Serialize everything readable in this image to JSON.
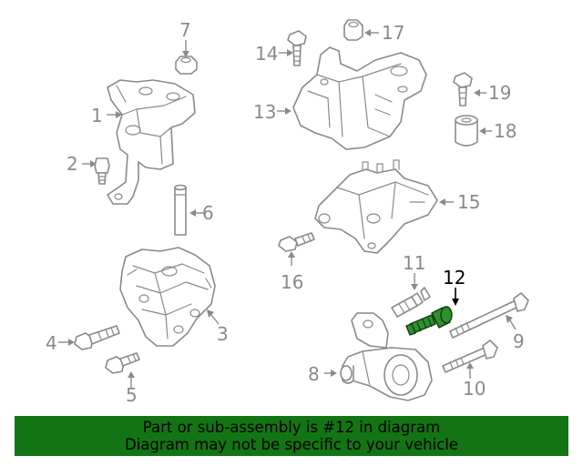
{
  "callouts": [
    {
      "id": "1",
      "label": "1"
    },
    {
      "id": "2",
      "label": "2"
    },
    {
      "id": "3",
      "label": "3"
    },
    {
      "id": "4",
      "label": "4"
    },
    {
      "id": "5",
      "label": "5"
    },
    {
      "id": "6",
      "label": "6"
    },
    {
      "id": "7",
      "label": "7"
    },
    {
      "id": "8",
      "label": "8"
    },
    {
      "id": "9",
      "label": "9"
    },
    {
      "id": "10",
      "label": "10"
    },
    {
      "id": "11",
      "label": "11"
    },
    {
      "id": "12",
      "label": "12",
      "highlighted": true
    },
    {
      "id": "13",
      "label": "13"
    },
    {
      "id": "14",
      "label": "14"
    },
    {
      "id": "15",
      "label": "15"
    },
    {
      "id": "16",
      "label": "16"
    },
    {
      "id": "17",
      "label": "17"
    },
    {
      "id": "18",
      "label": "18"
    },
    {
      "id": "19",
      "label": "19"
    }
  ],
  "colors": {
    "part_line": "#8a8a8a",
    "highlight_fill": "#2f8f2f",
    "banner_background": "#137413",
    "banner_text": "#000000"
  },
  "banner": {
    "line1": "Part or sub-assembly is #12 in diagram",
    "line2": "Diagram may not be specific to your vehicle"
  }
}
